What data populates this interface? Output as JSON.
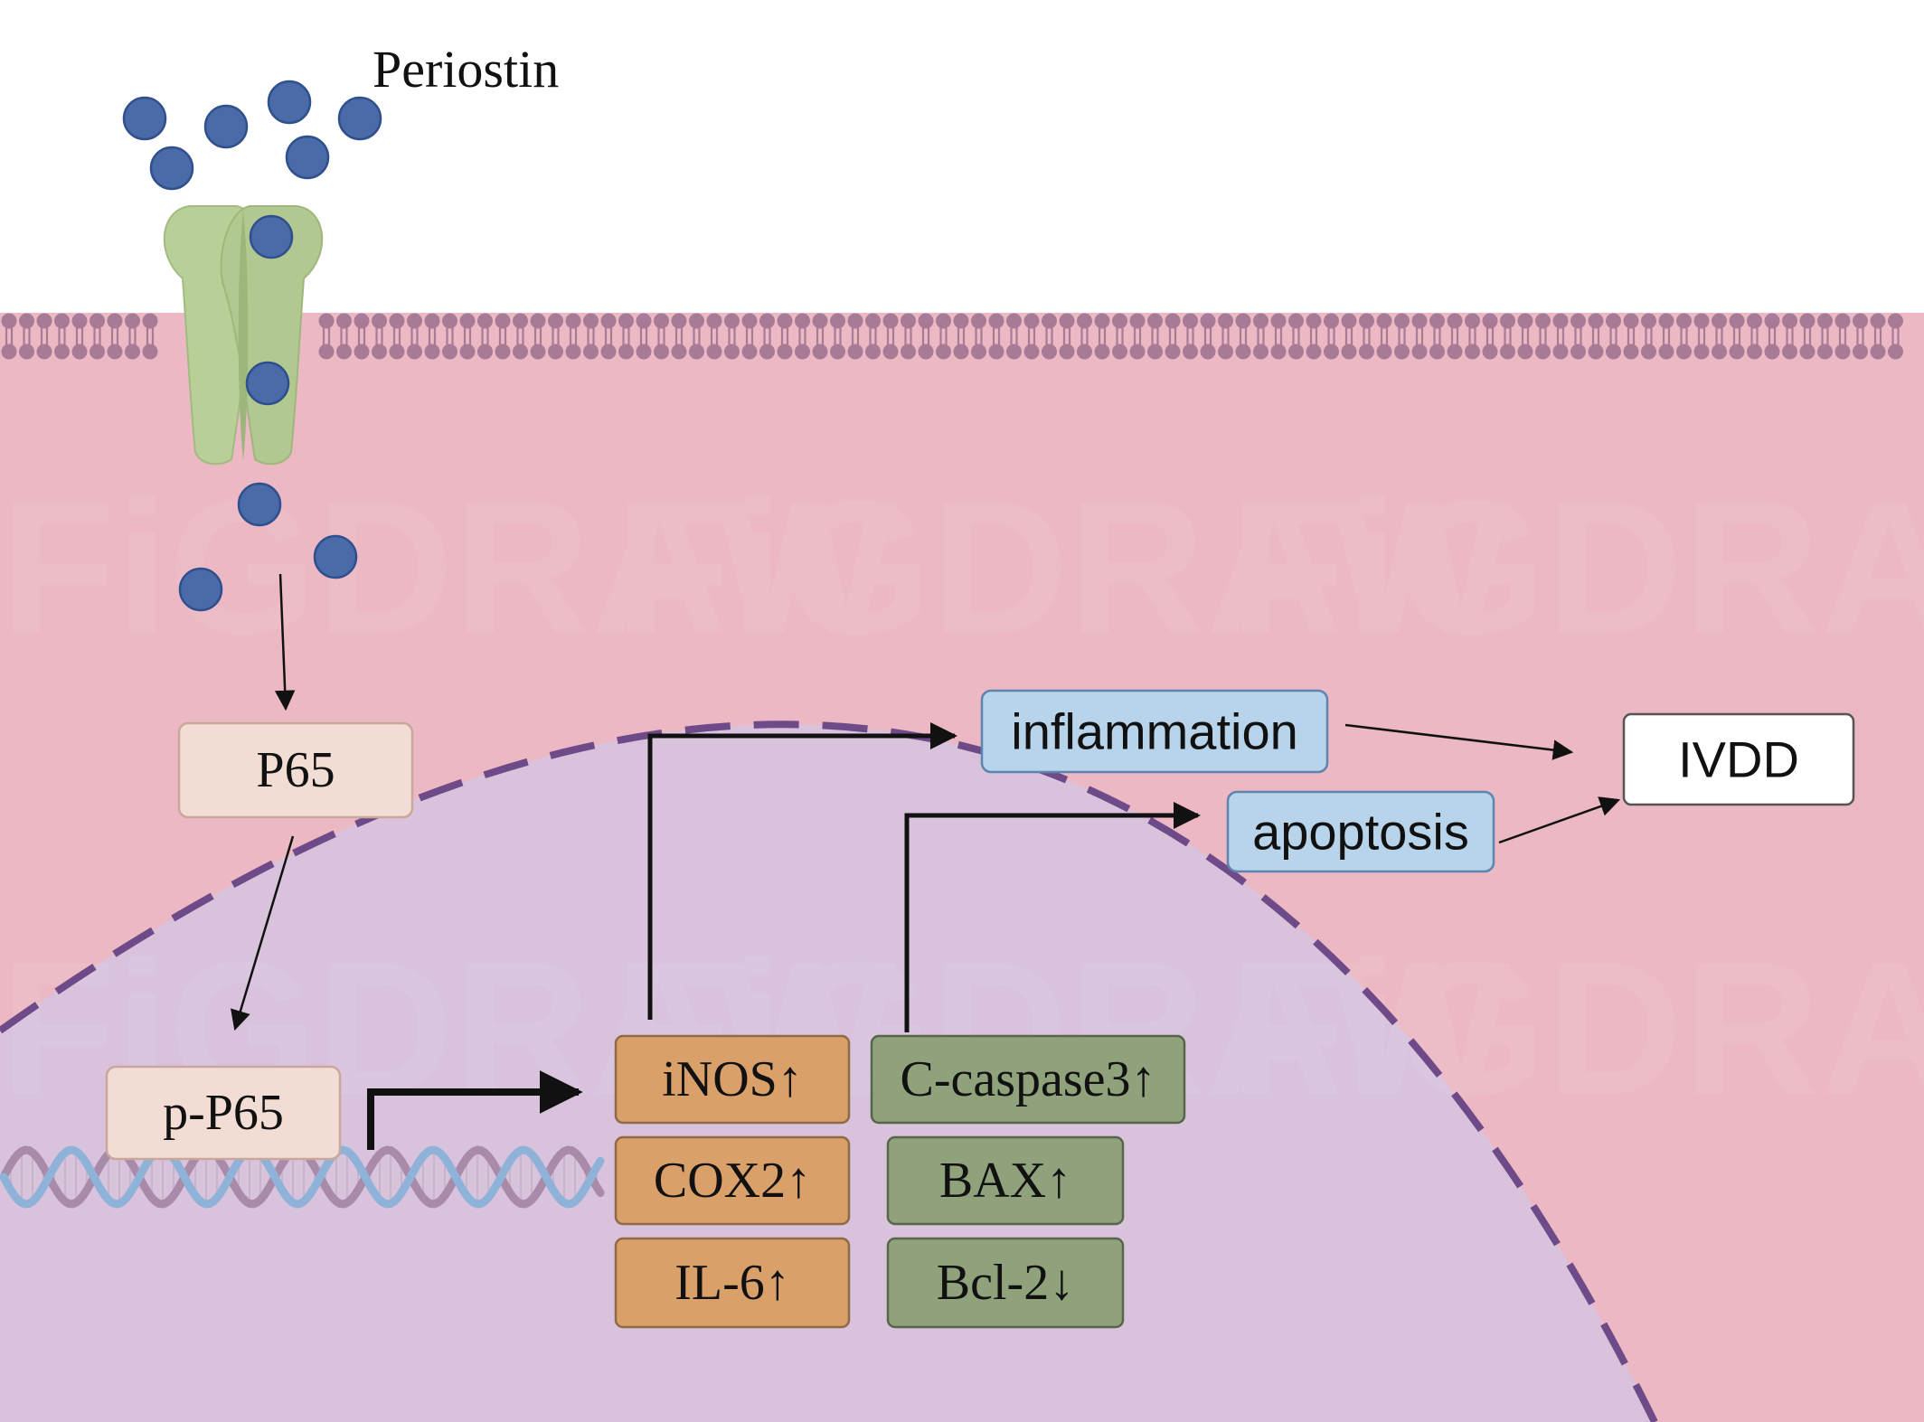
{
  "ligand": {
    "label": "Periostin"
  },
  "nodes": {
    "p65": "P65",
    "p_p65": "p-P65",
    "inflammation": "inflammation",
    "apoptosis": "apoptosis",
    "ivdd": "IVDD"
  },
  "inflammatory_markers": [
    "iNOS↑",
    "COX2↑",
    "IL-6↑"
  ],
  "apoptotic_markers": [
    "C-caspase3↑",
    "BAX↑",
    "Bcl-2↓"
  ],
  "watermark": {
    "line1": "FiGDRAW",
    "line2": "DRAW"
  },
  "colors": {
    "cytoplasm": "#ecb8c3",
    "nucleus": "#d8c2dc",
    "membrane": "#a77a95",
    "nuclear_envelope": "#6e4a88",
    "periostin_dot": "#4b6aa8",
    "receptor": "#b8cf98",
    "p65_box": "#f2ddd4",
    "inflammation_marker_box": "#d9a06a",
    "apoptosis_marker_box": "#8fa27c",
    "outcome_box": "#b7d4ea"
  }
}
